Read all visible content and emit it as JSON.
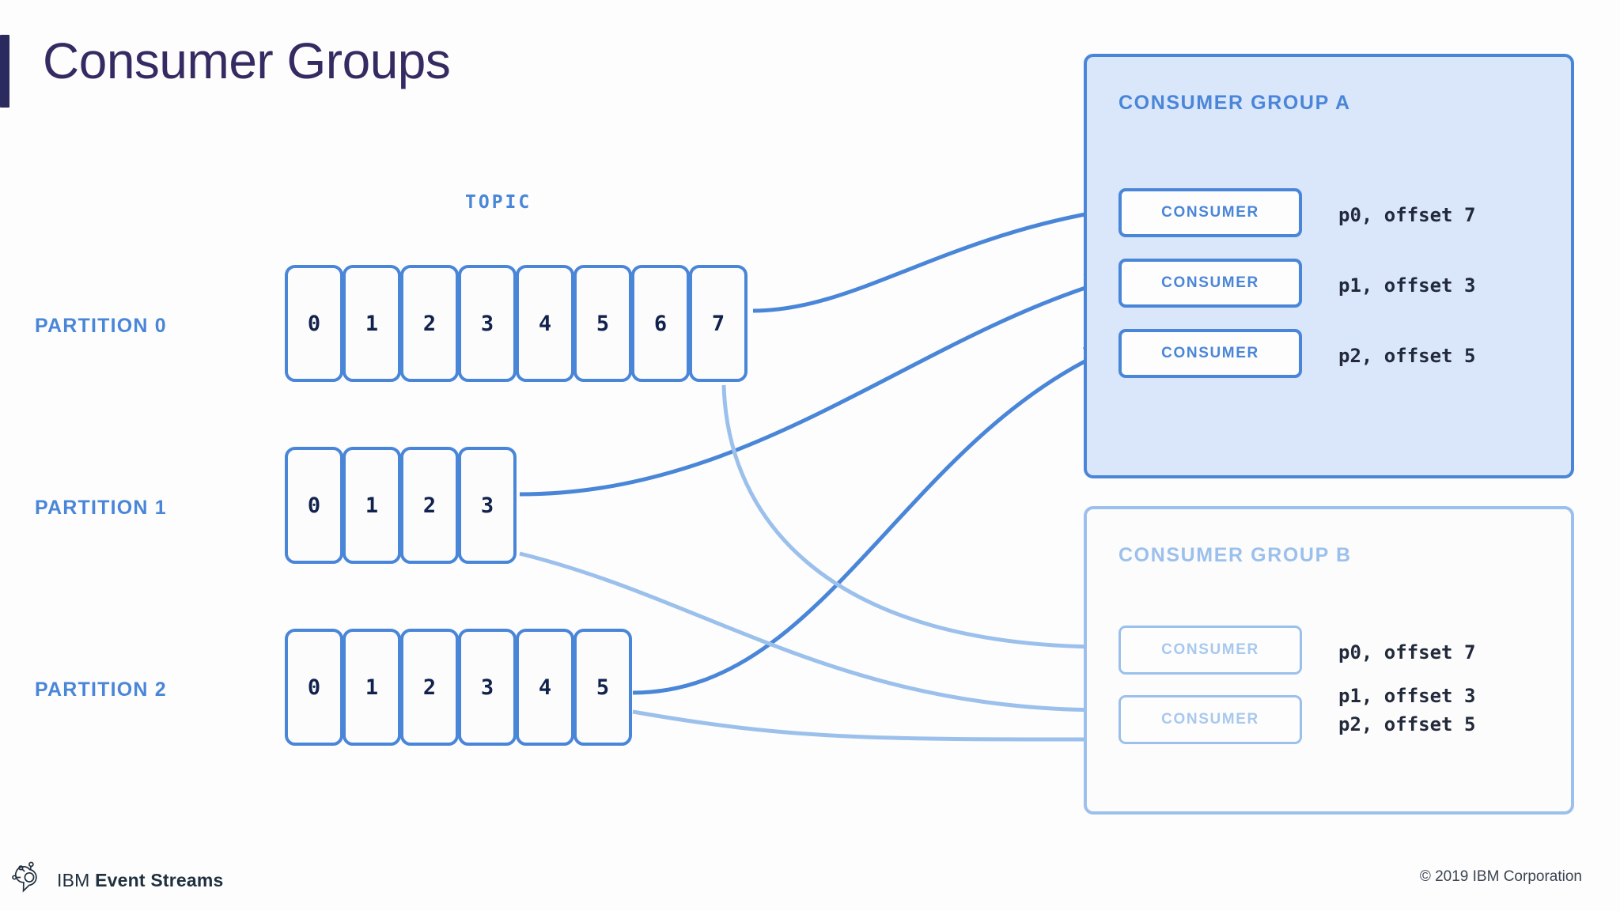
{
  "page": {
    "title": "Consumer Groups",
    "accent_color": "#2a2a5e",
    "title_color": "#352b62",
    "primary_blue": "#4a86d8",
    "faded_blue": "#9cc0ec",
    "group_a_fill": "#dae6fa",
    "background": "#fdfdfd"
  },
  "topic": {
    "label": "TOPIC",
    "partitions": [
      {
        "label": "PARTITION 0",
        "offsets": [
          "0",
          "1",
          "2",
          "3",
          "4",
          "5",
          "6",
          "7"
        ]
      },
      {
        "label": "PARTITION 1",
        "offsets": [
          "0",
          "1",
          "2",
          "3"
        ]
      },
      {
        "label": "PARTITION 2",
        "offsets": [
          "0",
          "1",
          "2",
          "3",
          "4",
          "5"
        ]
      }
    ]
  },
  "consumer_groups": [
    {
      "title": "CONSUMER GROUP A",
      "state": "active",
      "consumers": [
        {
          "label": "CONSUMER",
          "assignments": [
            "p0, offset 7"
          ]
        },
        {
          "label": "CONSUMER",
          "assignments": [
            "p1, offset 3"
          ]
        },
        {
          "label": "CONSUMER",
          "assignments": [
            "p2, offset 5"
          ]
        }
      ]
    },
    {
      "title": "CONSUMER GROUP B",
      "state": "faded",
      "consumers": [
        {
          "label": "CONSUMER",
          "assignments": [
            "p0, offset 7"
          ]
        },
        {
          "label": "CONSUMER",
          "assignments": [
            "p1, offset 3",
            "p2, offset 5"
          ]
        }
      ]
    }
  ],
  "footer": {
    "logo_icon": "event-streams-pin-icon",
    "brand_prefix": "IBM ",
    "brand_name": "Event Streams",
    "copyright": "© 2019 IBM Corporation"
  }
}
